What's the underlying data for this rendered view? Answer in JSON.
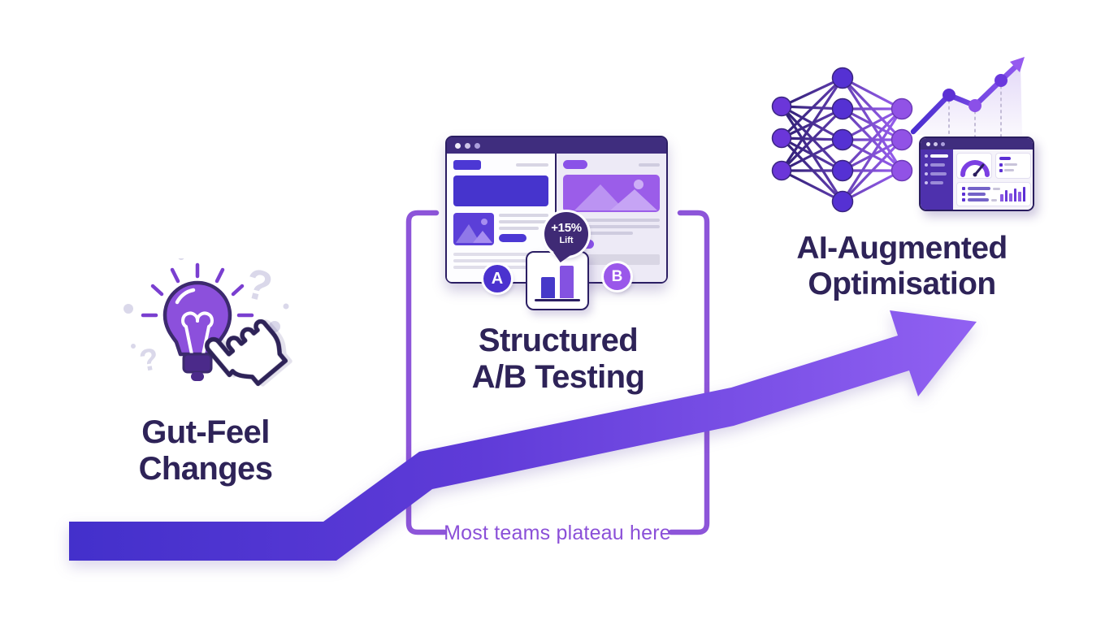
{
  "stages": {
    "gut_feel": {
      "title_lines": [
        "Gut-Feel",
        "Changes"
      ],
      "icon": "lightbulb-with-hand-cursor"
    },
    "ab_testing": {
      "title_lines": [
        "Structured",
        "A/B Testing"
      ],
      "variant_a_label": "A",
      "variant_b_label": "B",
      "lift_badge": {
        "value": "+15%",
        "label": "Lift"
      },
      "icon": "split-ab-browser-window-with-bar-chart"
    },
    "ai": {
      "title_lines": [
        "AI-Augmented",
        "Optimisation"
      ],
      "icon": "neural-network-with-dashboard-and-growth-chart"
    }
  },
  "annotation": {
    "plateau_note": "Most teams plateau here"
  },
  "decor": {
    "question_mark": "?"
  },
  "colors": {
    "background": "#ffffff",
    "heading_text": "#2e2358",
    "plateau_text": "#8b50d8",
    "bracket": "#8d55d9",
    "arrow_gradient_start": "#4330cb",
    "arrow_gradient_end": "#9161f2",
    "bulb_fill": "#8c50dc",
    "window_titlebar": "#3f2d7e",
    "variant_a_accent": "#4634cd",
    "variant_b_accent": "#9a57ea",
    "lift_bubble": "#3f2a75"
  }
}
